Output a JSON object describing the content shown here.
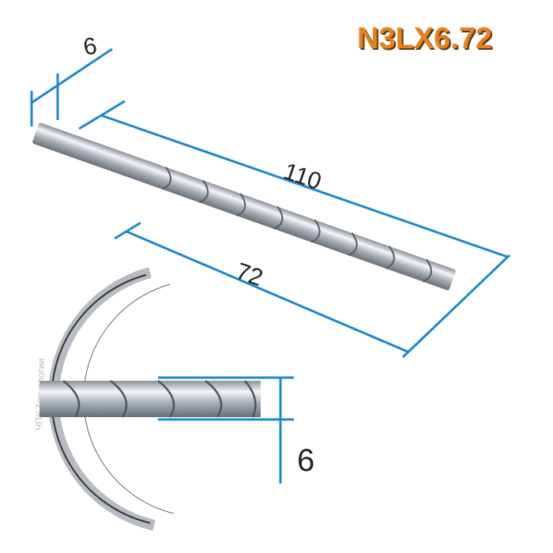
{
  "title": "N3LX6.72",
  "dimensions": {
    "shank_diameter": "6",
    "overall_length": "110",
    "flute_length": "72",
    "cutting_diameter": "6"
  },
  "watermark": "ЧПУ Технологии",
  "colors": {
    "title": "#e8801f",
    "dimension_line": "#1e88c8",
    "tool": "#c8ccd2"
  }
}
